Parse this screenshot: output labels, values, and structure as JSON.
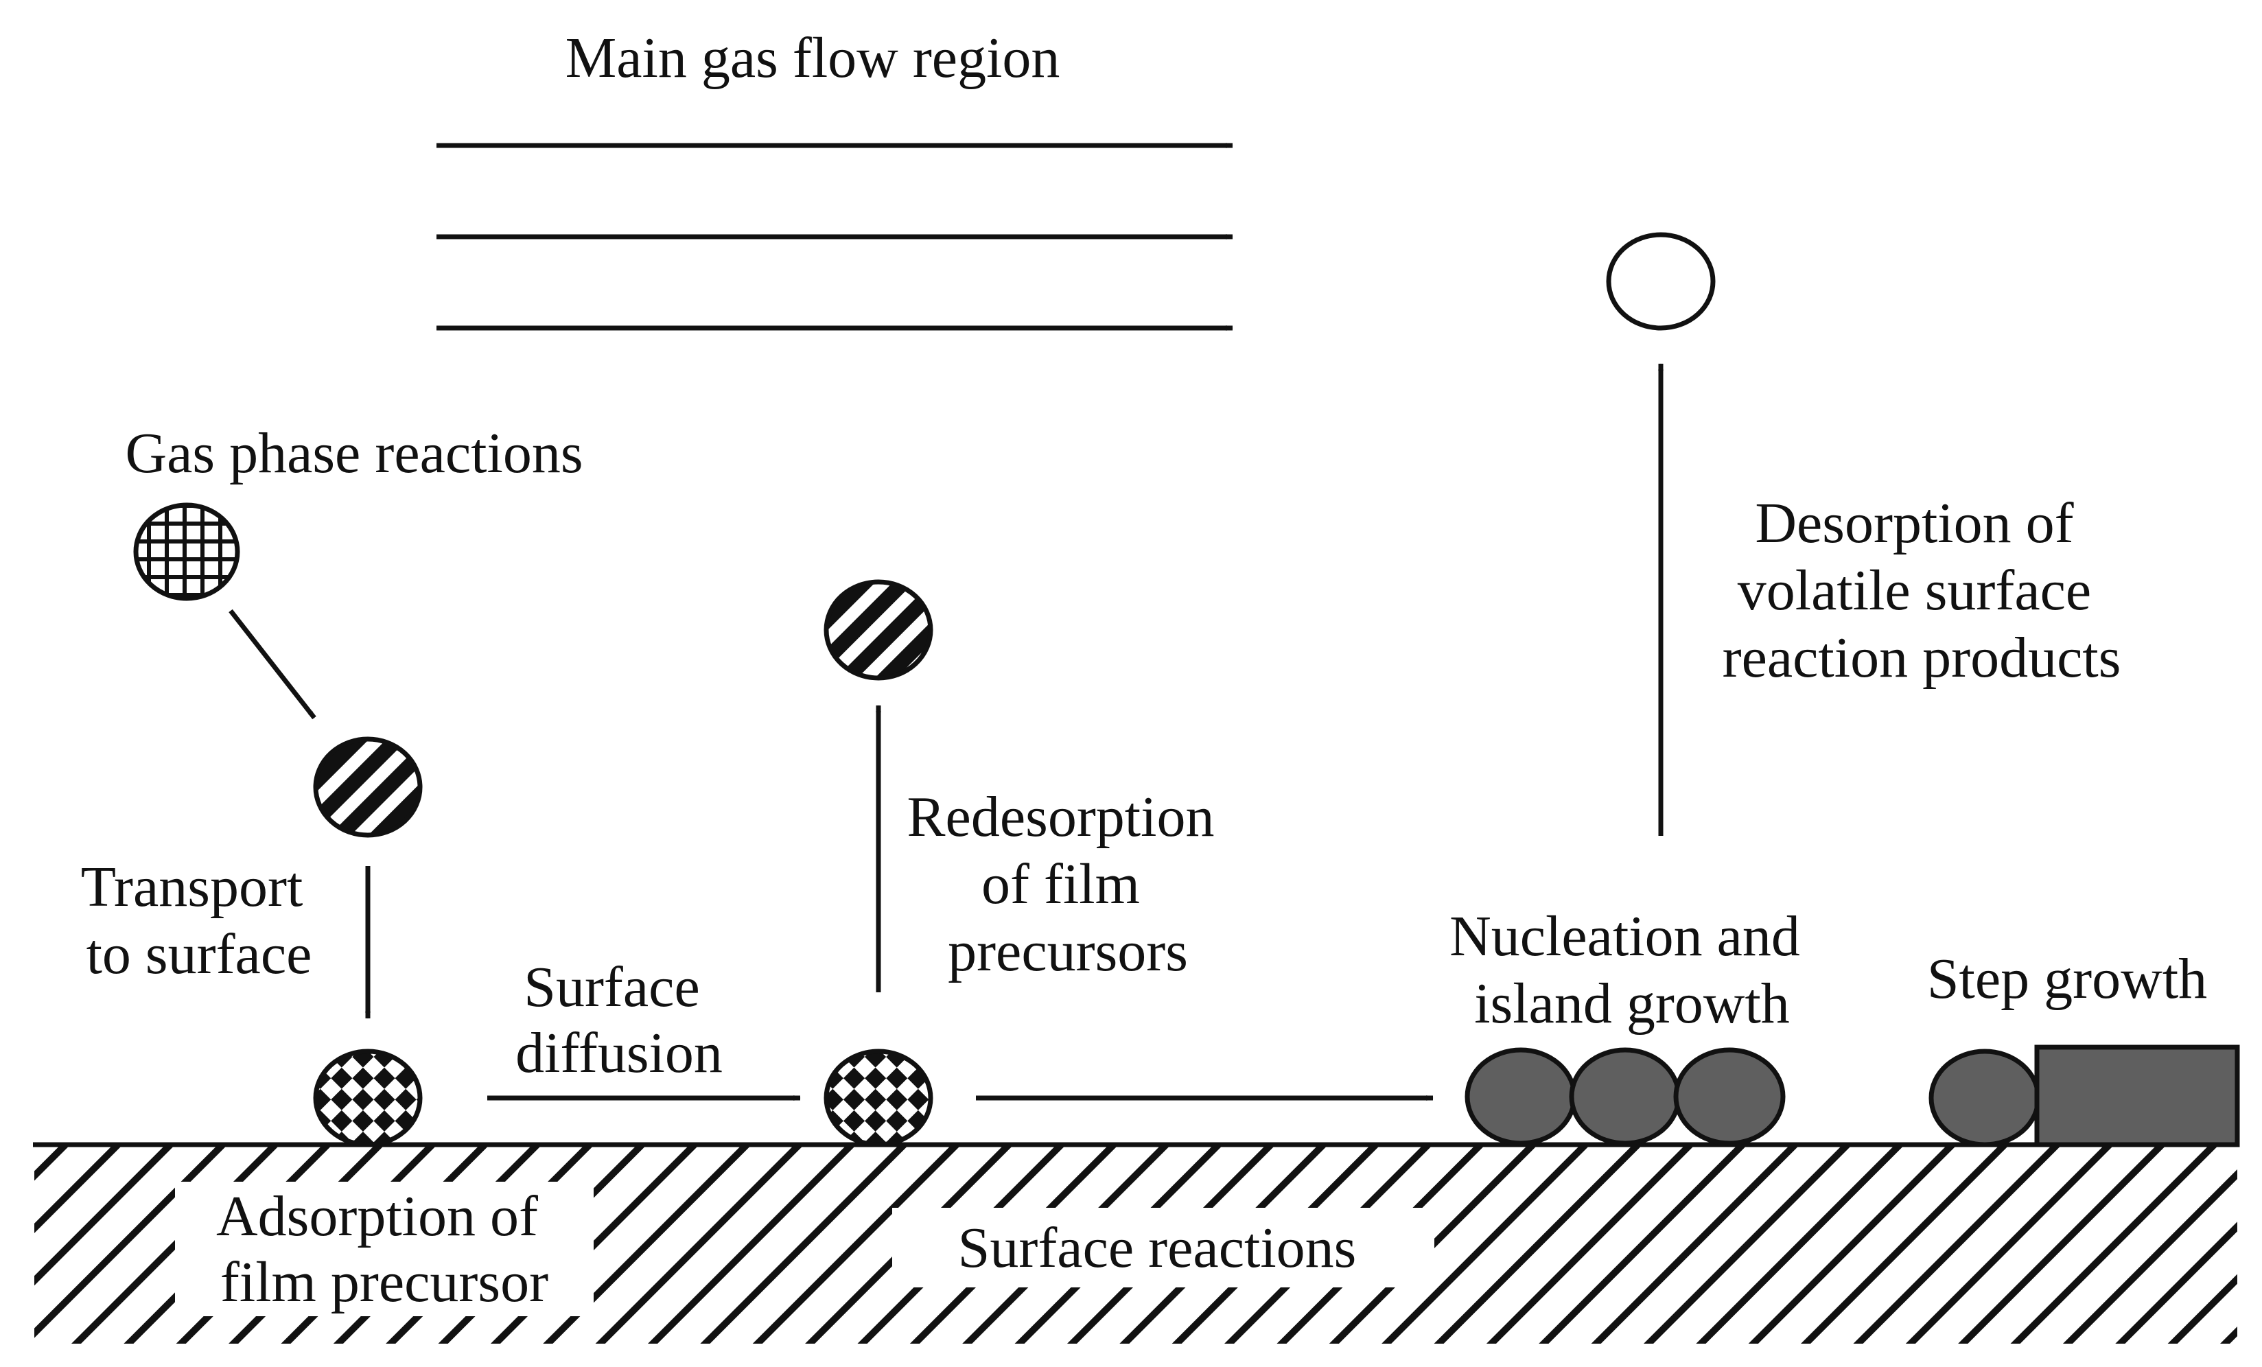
{
  "labels": {
    "main_flow": "Main gas flow region",
    "gas_phase": "Gas phase reactions",
    "transport": [
      "Transport",
      "to surface"
    ],
    "surface_diffusion": [
      "Surface",
      "diffusion"
    ],
    "redesorption": [
      "Redesorption",
      "of film",
      "precursors"
    ],
    "nucleation": [
      "Nucleation and",
      "island growth"
    ],
    "step_growth": "Step growth",
    "desorption": [
      "Desorption of",
      "volatile surface",
      "reaction products"
    ],
    "adsorption": [
      "Adsorption of",
      "film precursor"
    ],
    "surface_reactions": "Surface reactions"
  },
  "colors": {
    "ink": "#111111",
    "deposit": "#5f5f5f",
    "background": "#ffffff"
  }
}
